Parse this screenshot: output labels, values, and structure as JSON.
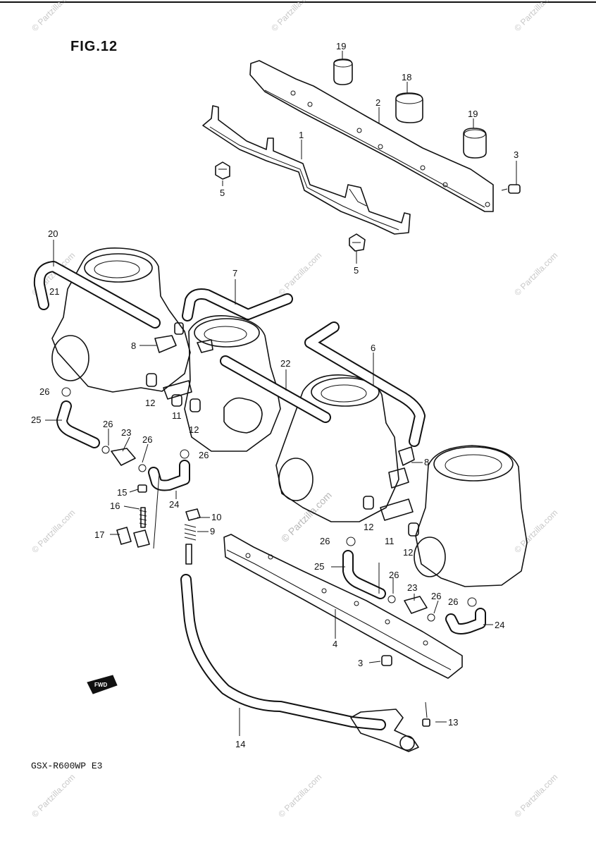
{
  "figure": {
    "title": "FIG.12",
    "model_code": "GSX-R600WP E3",
    "fwd_marker": "FWD"
  },
  "watermark": {
    "text": "© Partzilla.com",
    "center_text": "© Partzilla.com"
  },
  "callouts": {
    "p1": "1",
    "p2": "2",
    "p3a": "3",
    "p3b": "3",
    "p4": "4",
    "p5a": "5",
    "p5b": "5",
    "p6": "6",
    "p7": "7",
    "p8a": "8",
    "p8b": "8",
    "p9": "9",
    "p10": "10",
    "p11a": "11",
    "p11b": "11",
    "p12a": "12",
    "p12b": "12",
    "p12c": "12",
    "p12d": "12",
    "p13": "13",
    "p14": "14",
    "p15": "15",
    "p16": "16",
    "p17": "17",
    "p18": "18",
    "p19a": "19",
    "p19b": "19",
    "p20": "20",
    "p21": "21",
    "p22": "22",
    "p23a": "23",
    "p23b": "23",
    "p24a": "24",
    "p24b": "24",
    "p25a": "25",
    "p25b": "25",
    "p26a": "26",
    "p26b": "26",
    "p26c": "26",
    "p26d": "26",
    "p26e": "26",
    "p26f": "26",
    "p26g": "26",
    "p26h": "26"
  }
}
